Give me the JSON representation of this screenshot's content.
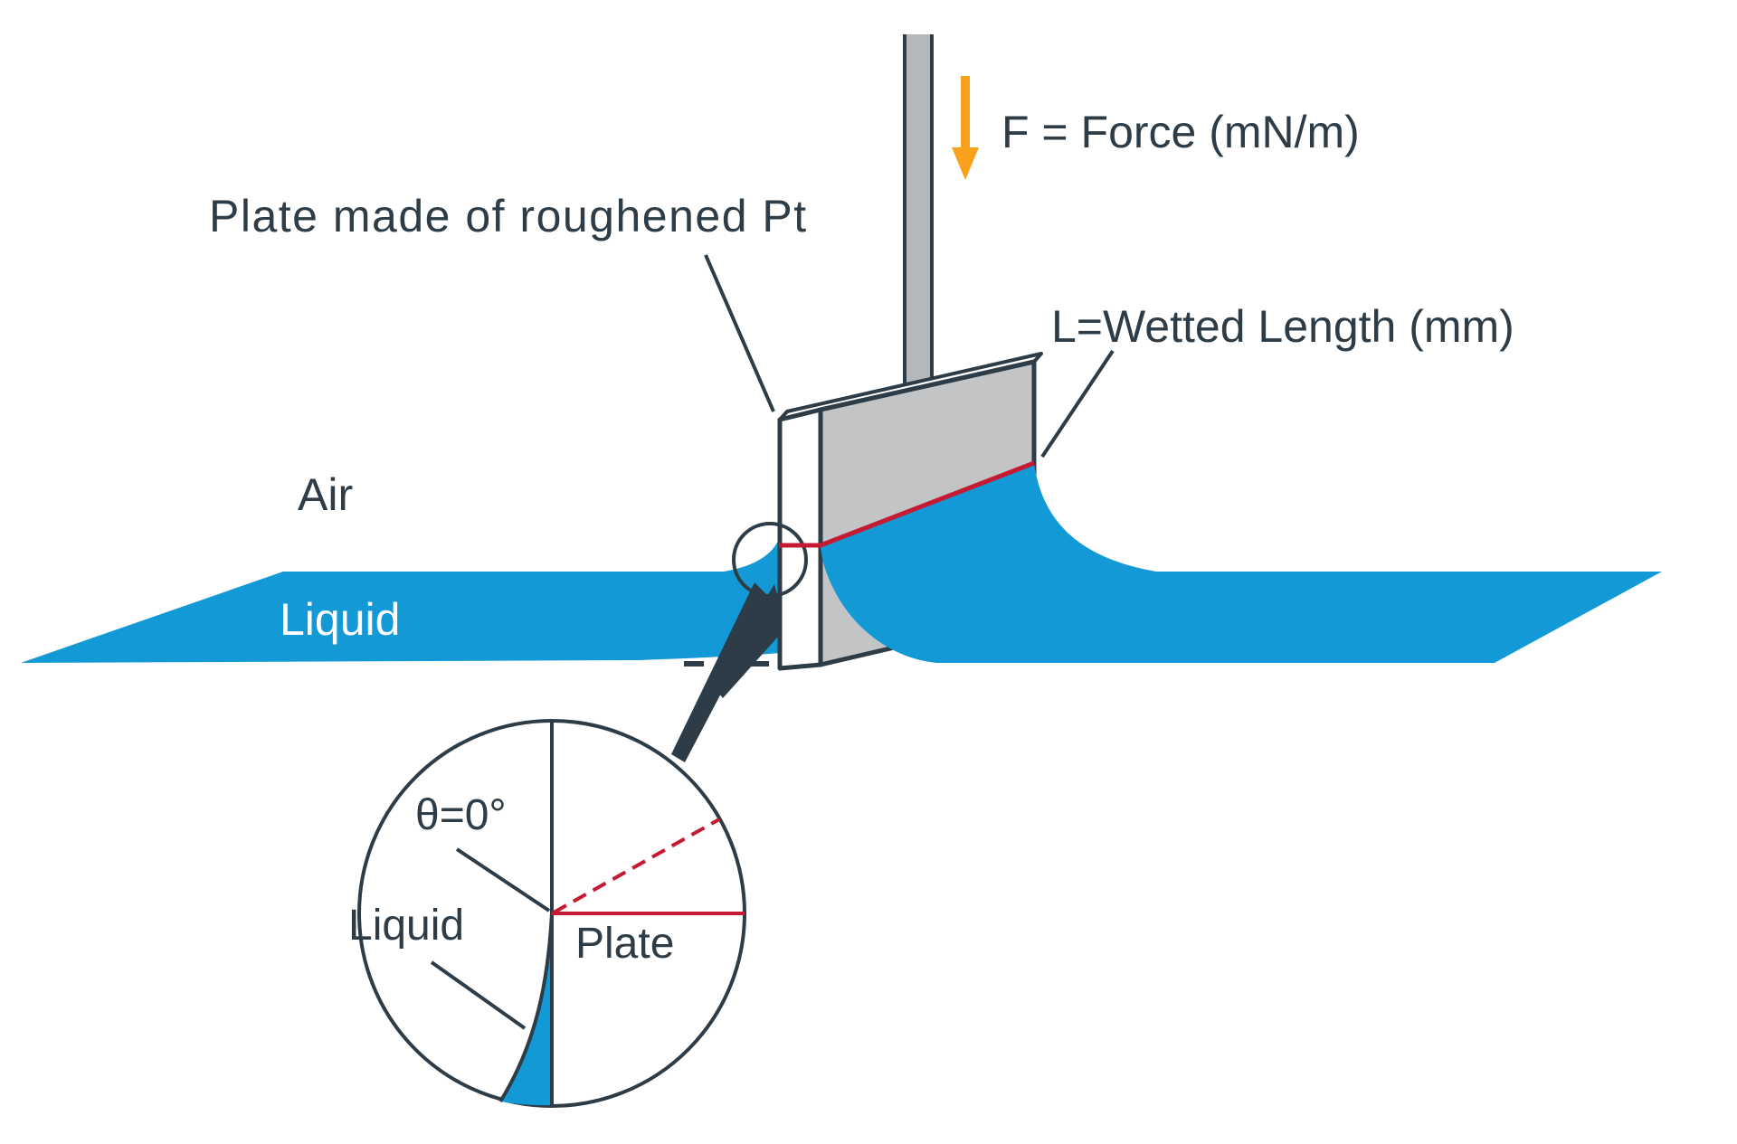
{
  "labels": {
    "plate_material": "Plate made of roughened Pt",
    "force": "F = Force (mN/m)",
    "wetted_length": "L=Wetted Length (mm)",
    "air": "Air",
    "liquid_surface": "Liquid",
    "zoom_view": {
      "contact_angle": "θ=0°",
      "liquid": "Liquid",
      "plate": "Plate"
    }
  },
  "colors": {
    "ink": "#2D3C46",
    "liquid_blue": "#1299D6",
    "wetted_red": "#C51A33",
    "force_orange": "#F7A11C",
    "rod_gray": "#B5B8BB",
    "plate_gray": "#C2C4C6",
    "background": "#FFFFFF"
  }
}
